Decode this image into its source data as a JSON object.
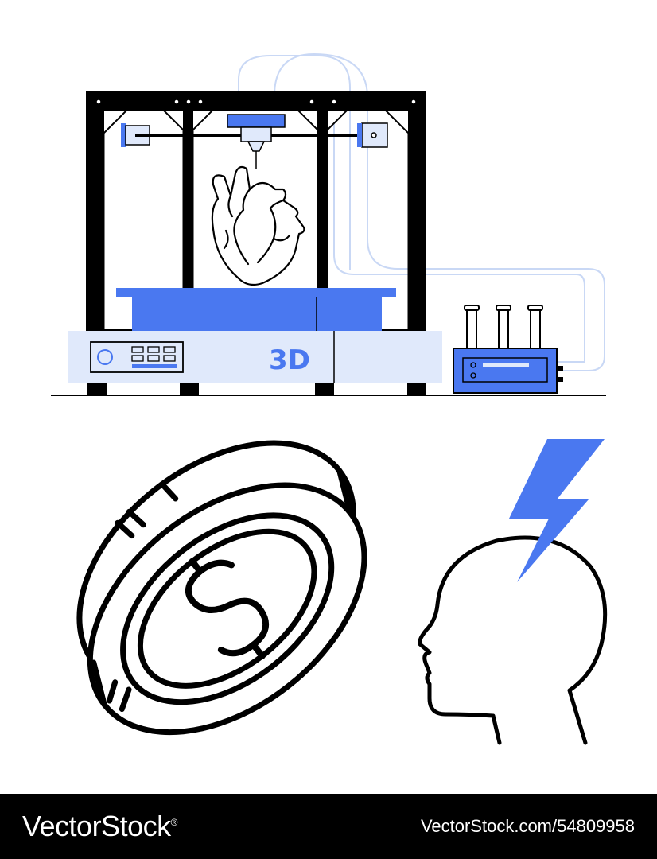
{
  "printer": {
    "panel_label": "3D"
  },
  "colors": {
    "accent": "#4a78f0",
    "panel": "#e0e9fb",
    "ink": "#000000",
    "tube": "#c9d8f5"
  },
  "icons": [
    "3d-printer-icon",
    "human-heart-icon",
    "dollar-coin-icon",
    "head-silhouette-icon",
    "lightning-bolt-icon"
  ],
  "footer": {
    "brand": "VectorStock",
    "brand_mark": "®",
    "stock_id": "VectorStock.com/54809958"
  }
}
